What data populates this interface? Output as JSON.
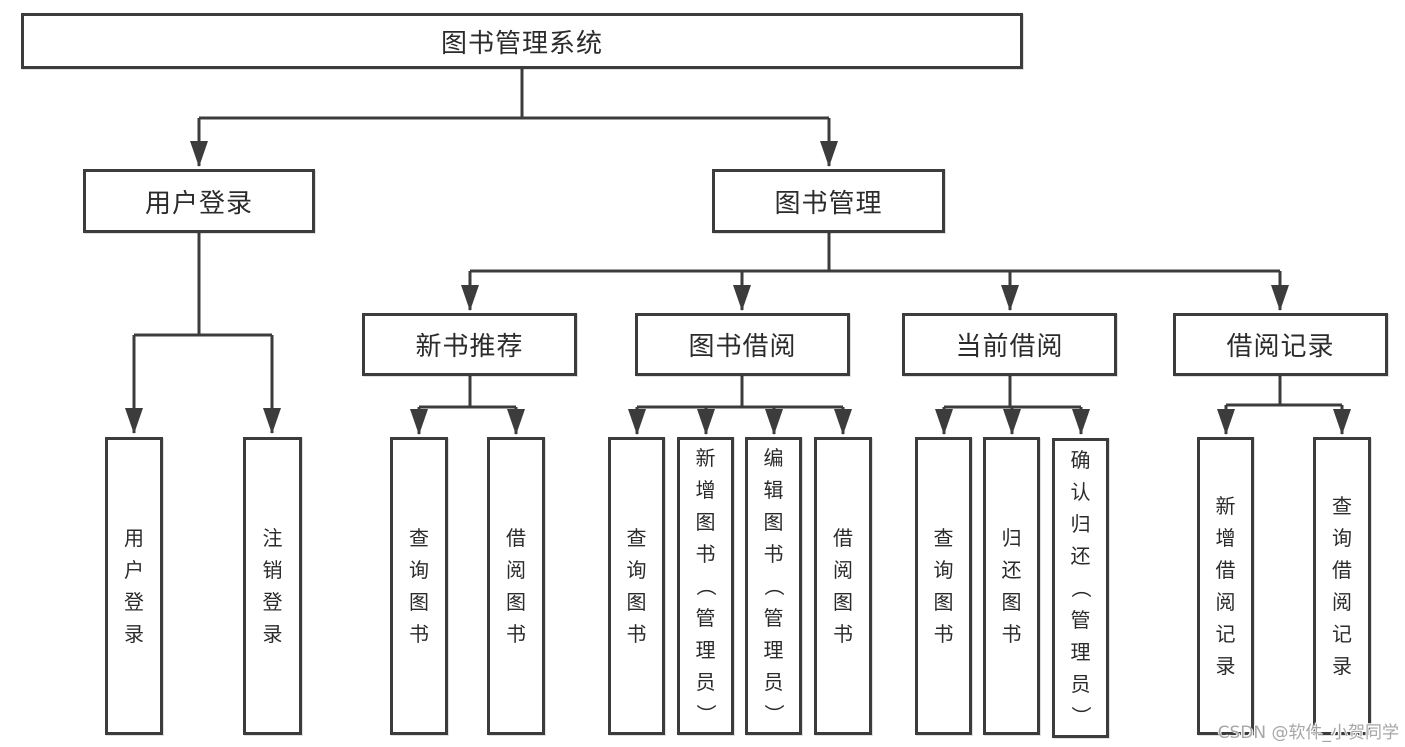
{
  "diagram": {
    "root": {
      "label": "图书管理系统"
    },
    "branches": [
      {
        "label": "用户登录",
        "children": [
          {
            "label": "用户登录"
          },
          {
            "label": "注销登录"
          }
        ]
      },
      {
        "label": "图书管理",
        "sections": [
          {
            "label": "新书推荐",
            "children": [
              {
                "label": "查询图书"
              },
              {
                "label": "借阅图书"
              }
            ]
          },
          {
            "label": "图书借阅",
            "children": [
              {
                "label": "查询图书"
              },
              {
                "label": "新增图书（管理员）"
              },
              {
                "label": "编辑图书（管理员）"
              },
              {
                "label": "借阅图书"
              }
            ]
          },
          {
            "label": "当前借阅",
            "children": [
              {
                "label": "查询图书"
              },
              {
                "label": "归还图书"
              },
              {
                "label": "确认归还（管理员）"
              }
            ]
          },
          {
            "label": "借阅记录",
            "children": [
              {
                "label": "新增借阅记录"
              },
              {
                "label": "查询借阅记录"
              }
            ]
          }
        ]
      }
    ]
  },
  "watermark": {
    "text": "CSDN @软件_小贺同学"
  },
  "colors": {
    "line": "#3c3c3c",
    "box_border": "#3c3c3c",
    "box_background": "#ffffff",
    "text": "#2b2b2b",
    "watermark": "#a6a6a6",
    "background": "#ffffff"
  }
}
